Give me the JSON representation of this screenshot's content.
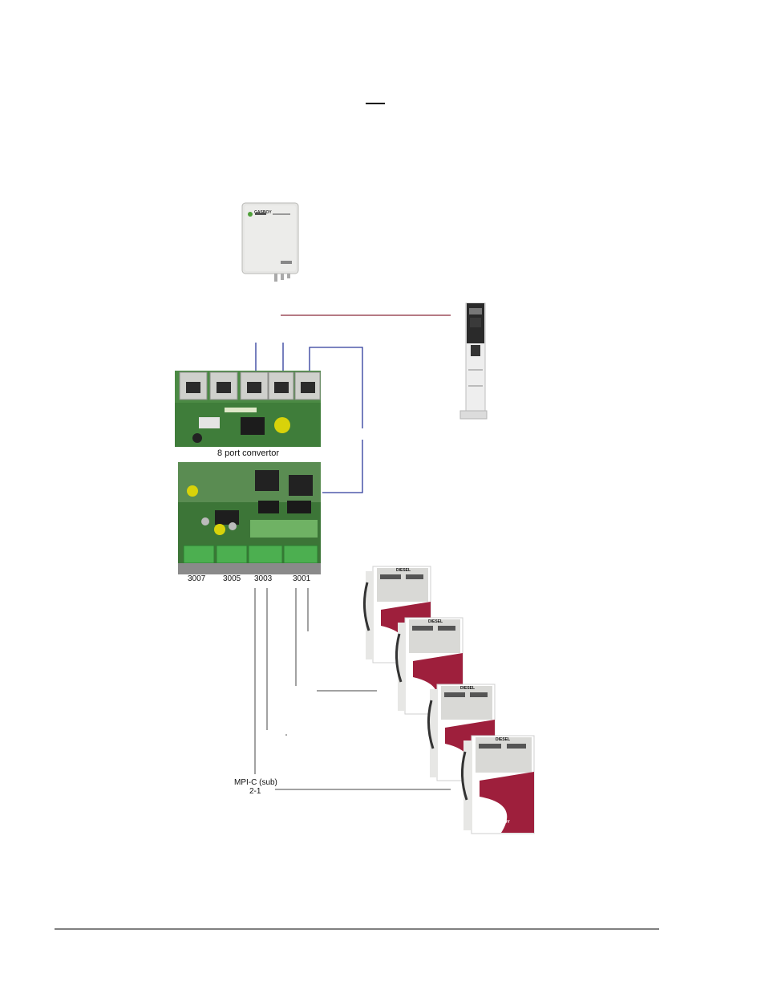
{
  "converter": {
    "label": "8 port convertor"
  },
  "ports": [
    {
      "label": "3007"
    },
    {
      "label": "3005"
    },
    {
      "label": "3003"
    },
    {
      "label": "3001"
    }
  ],
  "pump_connection": {
    "line1": "MPI-C (sub)",
    "line2": "2-1"
  },
  "pump_brand": "DIESEL",
  "brand_logo_text": "GASBOY",
  "colors": {
    "connector_blue": "#2d3a9a",
    "cable_red": "#8a2a3a",
    "pcb_green": "#3f7d3a",
    "pump_red": "#9e1f3c",
    "terminal_green": "#4caf50"
  }
}
